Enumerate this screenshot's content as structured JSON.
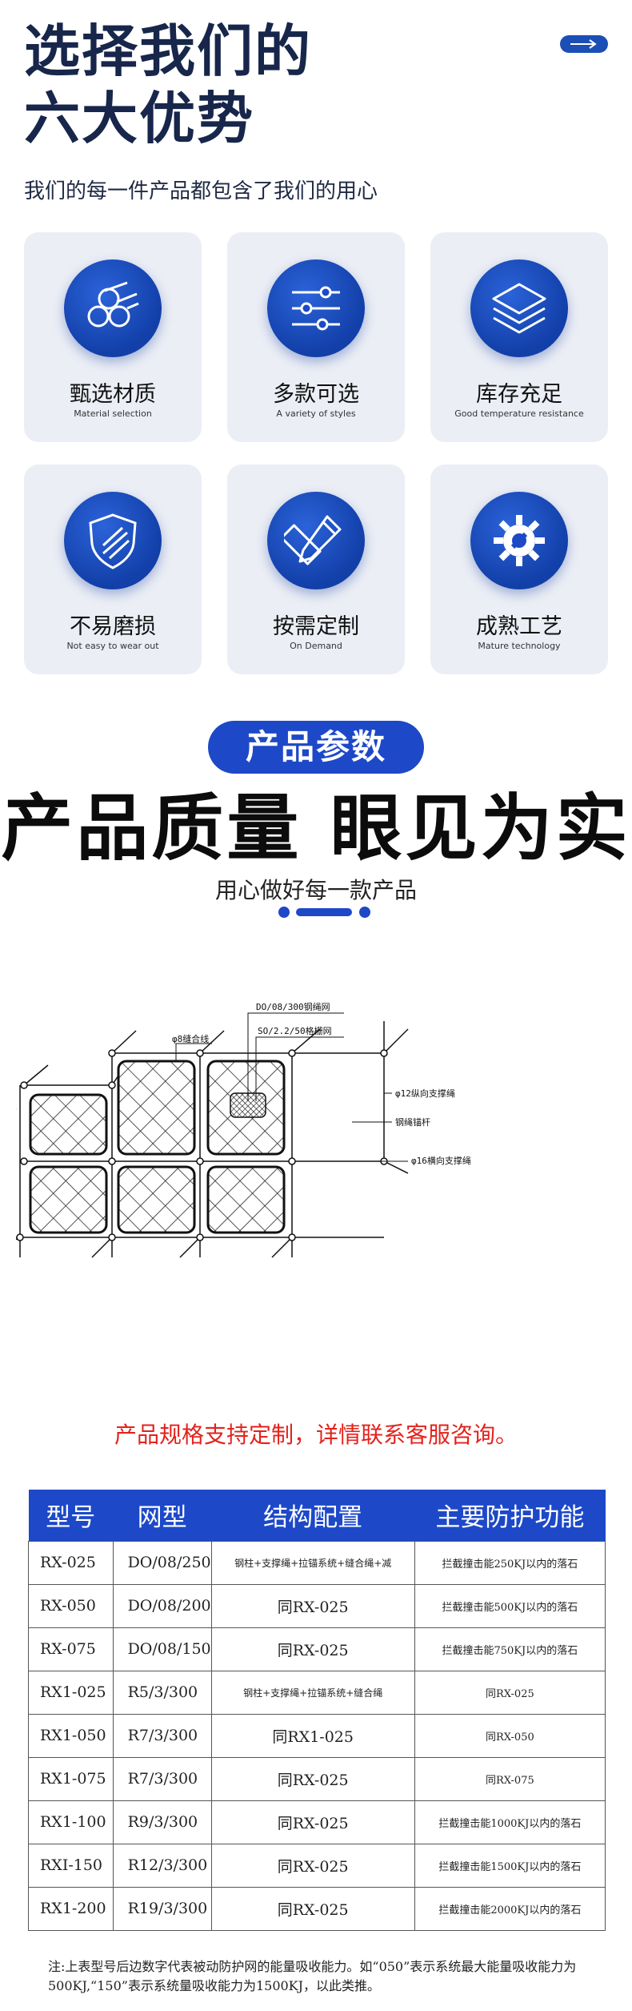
{
  "header": {
    "title_line1": "选择我们的",
    "title_line2": "六大优势",
    "subtitle": "我们的每一件产品都包含了我们的用心"
  },
  "advantages": [
    {
      "icon": "pipes-icon",
      "cn": "甄选材质",
      "en": "Material selection"
    },
    {
      "icon": "sliders-icon",
      "cn": "多款可选",
      "en": "A variety of styles"
    },
    {
      "icon": "layers-icon",
      "cn": "库存充足",
      "en": "Good temperature resistance"
    },
    {
      "icon": "shield-icon",
      "cn": "不易磨损",
      "en": "Not easy to wear out"
    },
    {
      "icon": "pencil-ruler-icon",
      "cn": "按需定制",
      "en": "On Demand"
    },
    {
      "icon": "gear-wrench-icon",
      "cn": "成熟工艺",
      "en": "Mature technology"
    }
  ],
  "params": {
    "badge": "产品参数",
    "title": "产品质量 眼见为实",
    "subtitle": "用心做好每一款产品"
  },
  "diagram": {
    "labels": [
      "DO/08/300钢绳网",
      "SO/2.2/50格栅网",
      "φ8缝合线",
      "φ12纵向支撑绳",
      "钢绳锚杆",
      "φ16横向支撑绳"
    ]
  },
  "notice": "产品规格支持定制，详情联系客服咨询。",
  "table": {
    "headers": [
      "型号",
      "网型",
      "结构配置",
      "主要防护功能"
    ],
    "rows": [
      [
        "RX-025",
        "DO/08/250",
        "钢柱+支撑绳+拉锚系统+缝合绳+减",
        "拦截撞击能250KJ以内的落石"
      ],
      [
        "RX-050",
        "DO/08/200",
        "同RX-025",
        "拦截撞击能500KJ以内的落石"
      ],
      [
        "RX-075",
        "DO/08/150",
        "同RX-025",
        "拦截撞击能750KJ以内的落石"
      ],
      [
        "RX1-025",
        "R5/3/300",
        "钢柱+支撑绳+拉锚系统+缝合绳",
        "同RX-025"
      ],
      [
        "RX1-050",
        "R7/3/300",
        "同RX1-025",
        "同RX-050"
      ],
      [
        "RX1-075",
        "R7/3/300",
        "同RX-025",
        "同RX-075"
      ],
      [
        "RX1-100",
        "R9/3/300",
        "同RX-025",
        "拦截撞击能1000KJ以内的落石"
      ],
      [
        "RXI-150",
        "R12/3/300",
        "同RX-025",
        "拦截撞击能1500KJ以内的落石"
      ],
      [
        "RX1-200",
        "R19/3/300",
        "同RX-025",
        "拦截撞击能2000KJ以内的落石"
      ]
    ]
  },
  "footnote": "注:上表型号后边数字代表被动防护网的能量吸收能力。如“050”表示系统最大能量吸收能力为500KJ,“150”表示系统量吸收能力为1500KJ，以此类推。",
  "colors": {
    "navy": "#17264a",
    "accent_blue": "#1d48c8",
    "notice_red": "#e3221c",
    "card_bg": "#ebeef5"
  }
}
